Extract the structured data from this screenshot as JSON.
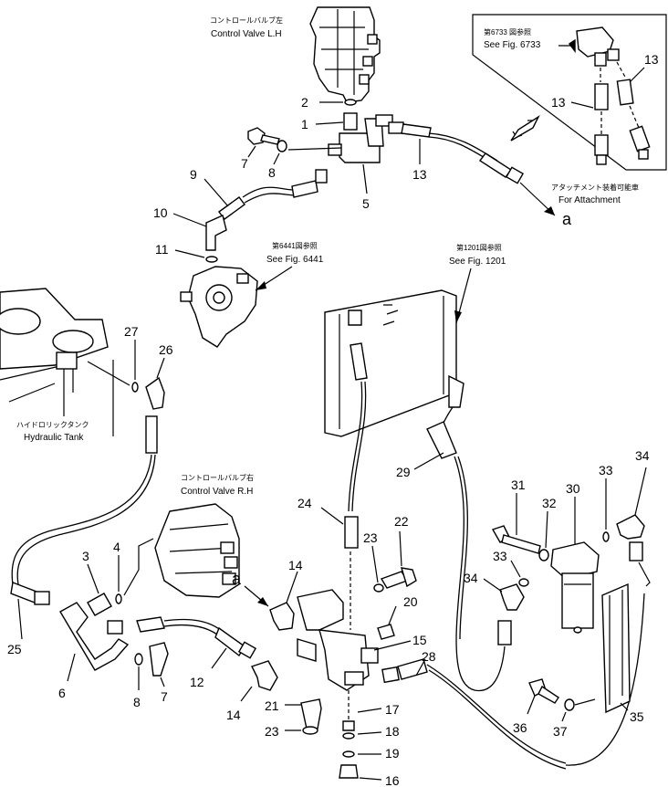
{
  "labels": {
    "control_valve_lh_jp": "コントロールバルブ左",
    "control_valve_lh": "Control Valve L.H",
    "control_valve_rh_jp": "コントロールバルブ右",
    "control_valve_rh": "Control Valve R.H",
    "hydraulic_tank_jp": "ハイドロリックタンク",
    "hydraulic_tank": "Hydraulic Tank",
    "fig6441_jp": "第6441図参照",
    "fig6441": "See Fig. 6441",
    "fig1201_jp": "第1201図参照",
    "fig1201": "See Fig. 1201",
    "fig6733_jp": "第6733 図参照",
    "fig6733": "See Fig. 6733",
    "attachment_jp": "アタッチメント装着可能車",
    "attachment": "For Attachment",
    "ref_a": "a"
  },
  "part_numbers": [
    "1",
    "2",
    "3",
    "4",
    "5",
    "6",
    "7",
    "8",
    "9",
    "10",
    "11",
    "12",
    "13",
    "14",
    "15",
    "16",
    "17",
    "18",
    "19",
    "20",
    "21",
    "22",
    "23",
    "24",
    "25",
    "26",
    "27",
    "28",
    "29",
    "30",
    "31",
    "32",
    "33",
    "34",
    "35",
    "36",
    "37"
  ],
  "callouts": {
    "n2": "2",
    "n1": "1",
    "n7a": "7",
    "n8a": "8",
    "n9": "9",
    "n13a": "13",
    "n5": "5",
    "n10": "10",
    "n11": "11",
    "n13b": "13",
    "n13c": "13",
    "n27": "27",
    "n26": "26",
    "n24": "24",
    "n23a": "23",
    "n22": "22",
    "n29": "29",
    "n31": "31",
    "n32": "32",
    "n30": "30",
    "n33a": "33",
    "n34a": "34",
    "n33b": "33",
    "n34b": "34",
    "n3": "3",
    "n4": "4",
    "n14a": "14",
    "n20": "20",
    "n15": "15",
    "n28": "28",
    "n25": "25",
    "n6": "6",
    "n8b": "8",
    "n7b": "7",
    "n12": "12",
    "n14b": "14",
    "n21": "21",
    "n23b": "23",
    "n17": "17",
    "n18": "18",
    "n19": "19",
    "n16": "16",
    "n36": "36",
    "n37": "37",
    "n35": "35"
  }
}
